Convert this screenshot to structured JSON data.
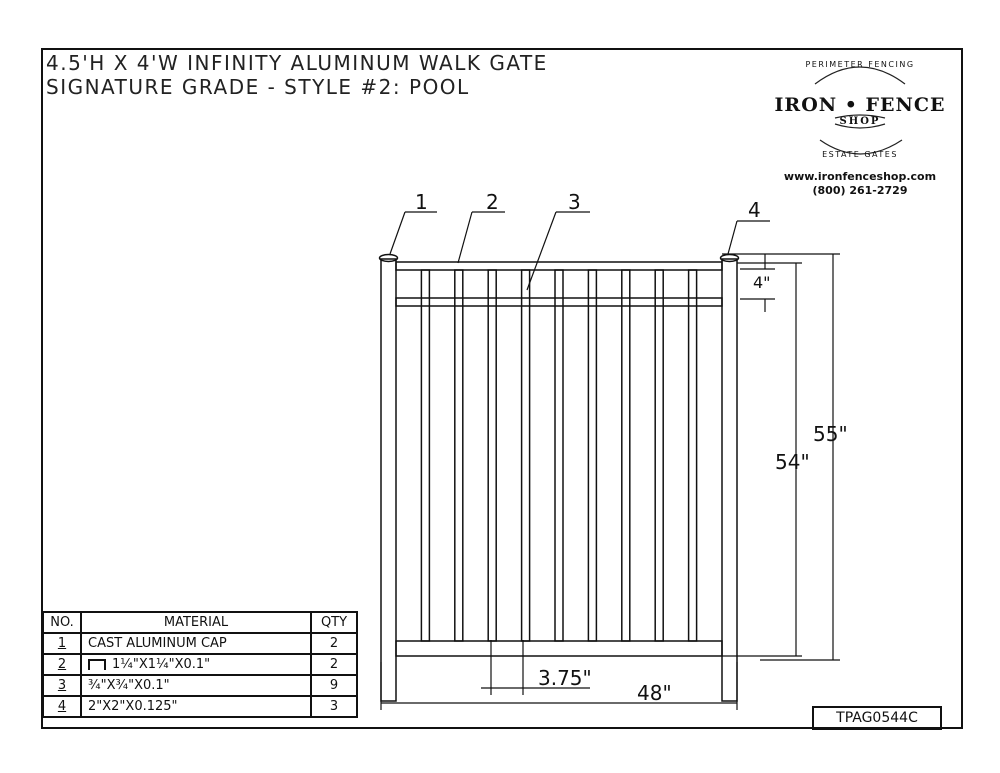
{
  "title": {
    "line1": "4.5'H X 4'W INFINITY ALUMINUM WALK GATE",
    "line2": "SIGNATURE GRADE - STYLE #2: POOL"
  },
  "logo": {
    "arc_top": "PERIMETER FENCING",
    "brand": "IRON • FENCE",
    "shop": "SHOP",
    "arc_bottom": "ESTATE GATES",
    "website": "www.ironfenceshop.com",
    "phone": "(800) 261-2729"
  },
  "callouts": [
    "1",
    "2",
    "3",
    "4"
  ],
  "dimensions": {
    "top_spacing": "4\"",
    "overall_height": "55\"",
    "frame_height": "54\"",
    "picket_spacing": "3.75\"",
    "overall_width": "48\""
  },
  "bom": {
    "headers": [
      "NO.",
      "MATERIAL",
      "QTY"
    ],
    "rows": [
      {
        "no": "1",
        "material": "CAST ALUMINUM CAP",
        "qty": "2",
        "channel": false
      },
      {
        "no": "2",
        "material": "1¼\"X1¼\"X0.1\"",
        "qty": "2",
        "channel": true
      },
      {
        "no": "3",
        "material": "¾\"X¾\"X0.1\"",
        "qty": "9",
        "channel": false
      },
      {
        "no": "4",
        "material": "2\"X2\"X0.125\"",
        "qty": "3",
        "channel": false
      }
    ]
  },
  "part_number": "TPAG0544C",
  "diagram": {
    "picket_count": 9
  }
}
